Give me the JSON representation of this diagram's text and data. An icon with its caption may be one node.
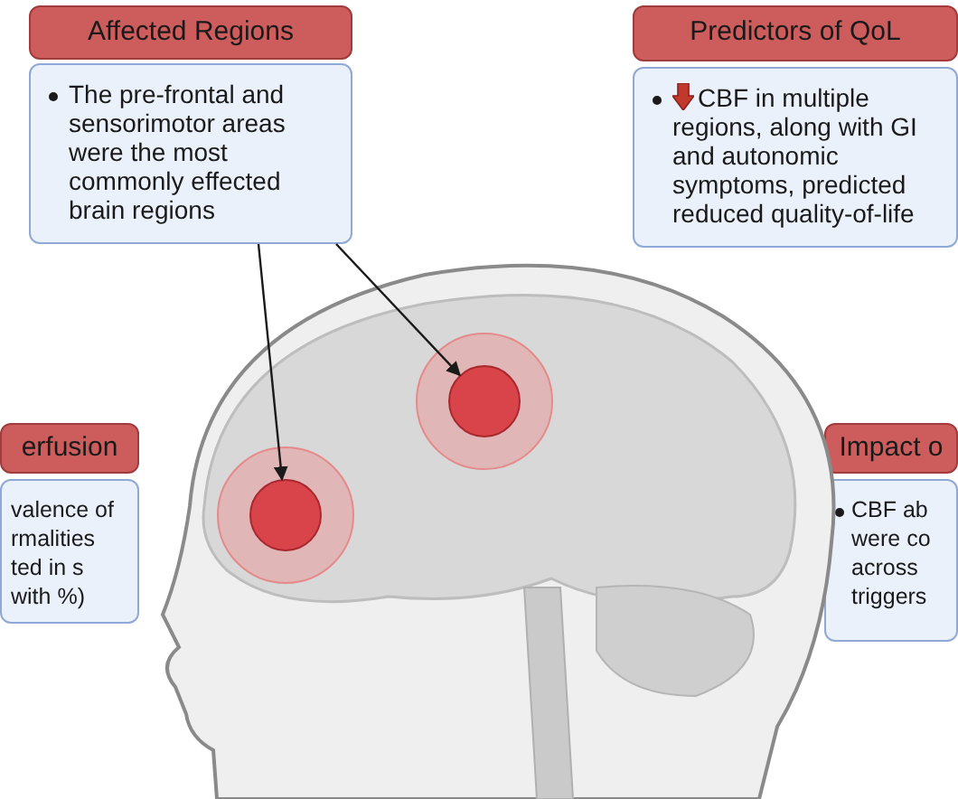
{
  "diagram": {
    "nodes": [
      {
        "text": [
          "Affected Regions"
        ]
      },
      {
        "text": [
          "The pre-frontal and sensorimotor areas were the most commonly effected brain regions"
        ]
      },
      {
        "text": [
          "Predictors of QoL"
        ]
      },
      {
        "text": [
          "CBF in multiple regions, along with GI and autonomic symptoms, predicted reduced quality-of-life"
        ]
      },
      {
        "text": [
          "erfusion"
        ]
      },
      {
        "text": [
          "valence of rmalities ted in s with %)"
        ]
      },
      {
        "text": [
          "Impact o"
        ]
      },
      {
        "text": [
          "CBF ab were co across triggers"
        ]
      },
      {
        "text": [],
        "shape": "picture"
      },
      {
        "text": [],
        "shape": "circle",
        "in": 8
      },
      {
        "text": [],
        "shape": "circle",
        "in": 8
      }
    ],
    "edges": [
      {
        "from": 1,
        "to": 9,
        "arrow": "to"
      },
      {
        "from": 1,
        "to": 10,
        "arrow": "to"
      }
    ]
  }
}
